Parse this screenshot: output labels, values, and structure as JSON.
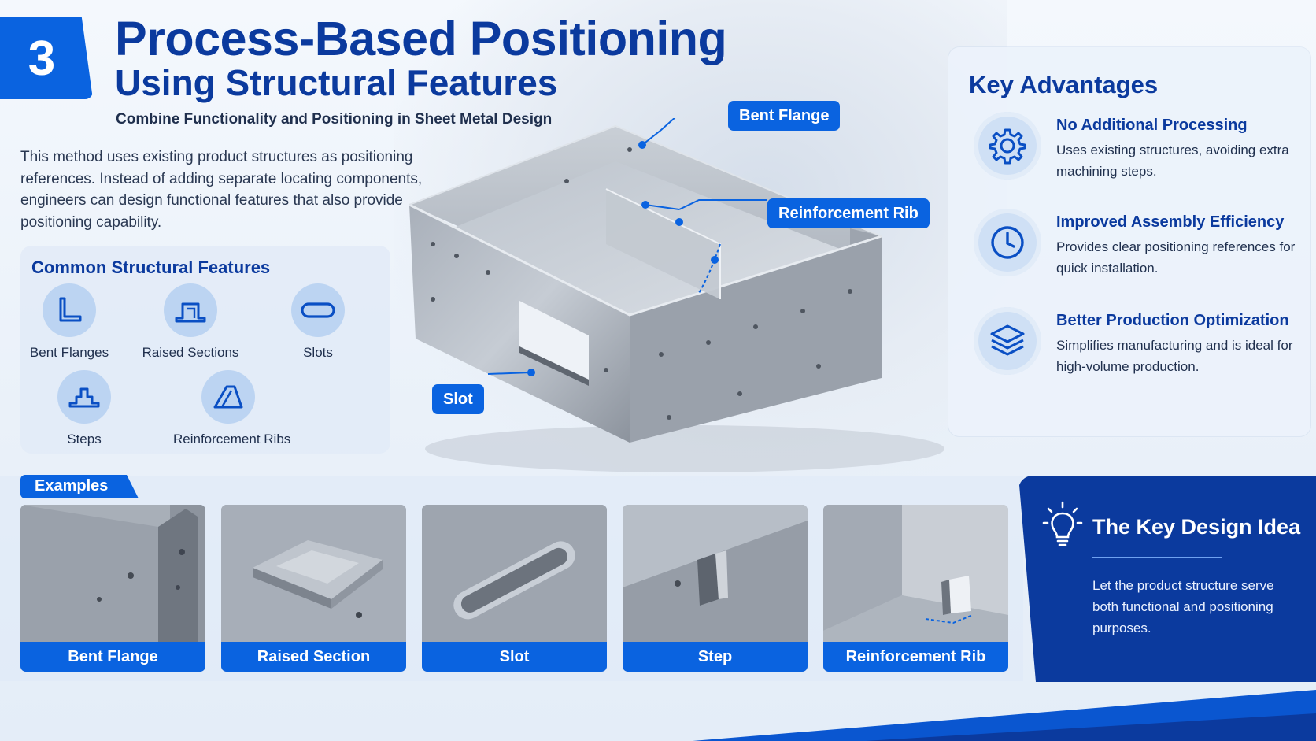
{
  "header": {
    "number": "3",
    "title_line1": "Process-Based Positioning",
    "title_line2": "Using Structural Features",
    "subtitle": "Combine Functionality and Positioning in Sheet Metal Design"
  },
  "intro": "This method uses existing product structures as positioning references. Instead of adding separate locating components, engineers can design functional features that also provide positioning capability.",
  "common_features": {
    "title": "Common Structural Features",
    "items": [
      {
        "label": "Bent Flanges",
        "icon": "bent-flange-icon"
      },
      {
        "label": "Raised Sections",
        "icon": "raised-section-icon"
      },
      {
        "label": "Slots",
        "icon": "slot-icon"
      },
      {
        "label": "Steps",
        "icon": "step-icon"
      },
      {
        "label": "Reinforcement Ribs",
        "icon": "reinforcement-rib-icon"
      }
    ]
  },
  "callouts": {
    "bent_flange": "Bent Flange",
    "reinforcement_rib": "Reinforcement Rib",
    "slot": "Slot"
  },
  "key_advantages": {
    "title": "Key Advantages",
    "items": [
      {
        "heading": "No Additional Processing",
        "description": "Uses existing structures, avoiding extra machining steps.",
        "icon": "gear-icon"
      },
      {
        "heading": "Improved Assembly Efficiency",
        "description": "Provides clear positioning references for quick installation.",
        "icon": "clock-icon"
      },
      {
        "heading": "Better Production Optimization",
        "description": "Simplifies manufacturing and is ideal for high-volume production.",
        "icon": "layers-icon"
      }
    ]
  },
  "examples": {
    "tag": "Examples",
    "items": [
      "Bent Flange",
      "Raised Section",
      "Slot",
      "Step",
      "Reinforcement Rib"
    ]
  },
  "key_design_idea": {
    "title": "The Key Design Idea",
    "text": "Let the product structure serve both functional and positioning purposes.",
    "icon": "lightbulb-icon"
  },
  "colors": {
    "brand_blue": "#0a63e0",
    "dark_blue": "#0b3a9e",
    "icon_circle": "#bcd4f2"
  }
}
